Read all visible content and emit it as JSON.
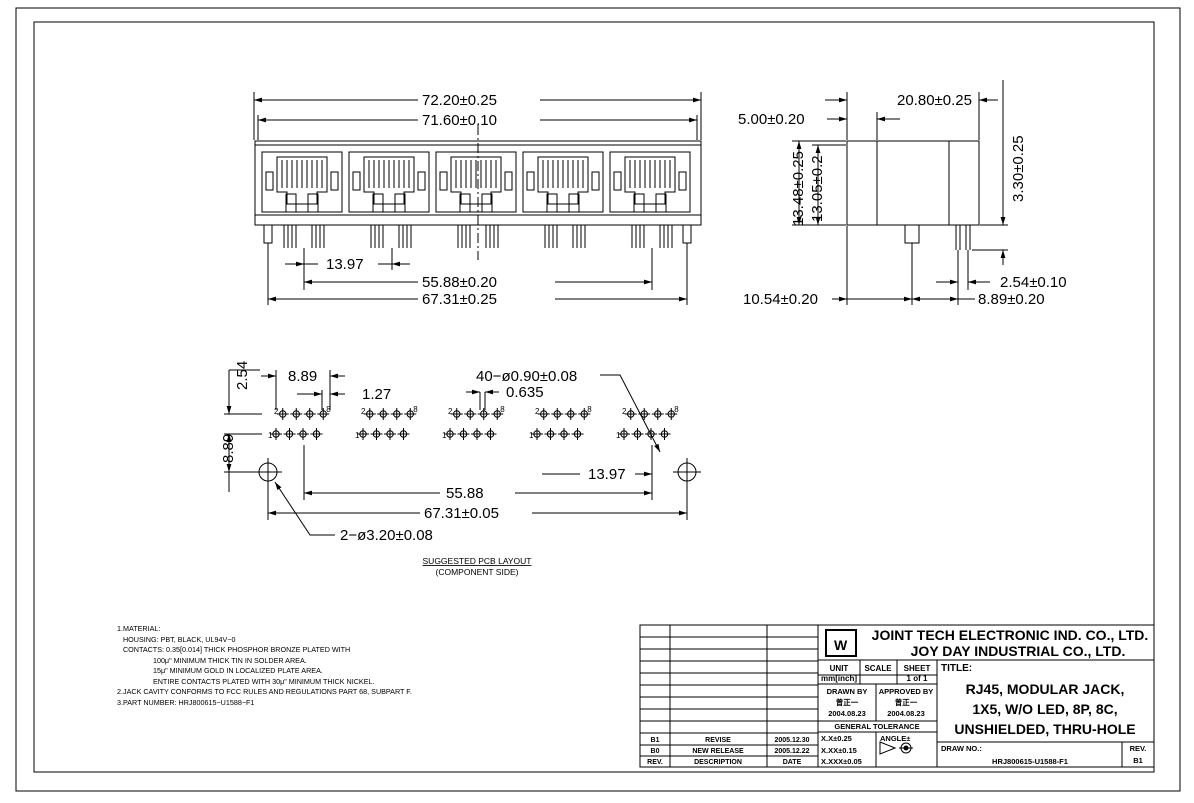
{
  "front_view": {
    "dim_overall_width": "72.20±0.25",
    "dim_body_width": "71.60±0.10",
    "dim_port_pitch": "13.97",
    "dim_pin_span": "55.88±0.20",
    "dim_peg_span": "67.31±0.25"
  },
  "side_view": {
    "dim_depth": "20.80±0.25",
    "dim_front_offset": "5.00±0.20",
    "dim_height": "13.48±0.25",
    "dim_height_inner": "13.05±0.2",
    "dim_pin_length": "3.30±0.25",
    "dim_pin_pitch": "2.54±0.10",
    "dim_front_to_peg": "10.54±0.20",
    "dim_peg_to_pin": "8.89±0.20"
  },
  "pcb_layout": {
    "dim_row_pitch": "2.54",
    "dim_pin_group": "8.89",
    "dim_pin_pitch": "1.27",
    "dim_hole": "40−ø0.90±0.08",
    "dim_half_pitch": "0.635",
    "dim_row_offset": "8.89",
    "dim_port_pitch": "13.97",
    "dim_group_span": "55.88",
    "dim_peg_span": "67.31±0.05",
    "dim_peg_hole": "2−ø3.20±0.08",
    "pin_label_2": "2",
    "pin_label_8": "8",
    "pin_label_1": "1",
    "title": "SUGGESTED PCB LAYOUT",
    "subtitle": "(COMPONENT SIDE)"
  },
  "notes": [
    "1.MATERIAL:",
    "   HOUSING: PBT, BLACK, UL94V−0",
    "   CONTACTS: 0.35[0.014] THICK PHOSPHOR BRONZE PLATED WITH",
    "                  100μ\" MINIMUM THICK TIN IN SOLDER AREA.",
    "                  15μ\" MINIMUM GOLD IN LOCALIZED PLATE AREA.",
    "                  ENTIRE CONTACTS PLATED WITH 30μ\" MINIMUM THICK NICKEL.",
    "",
    "2.JACK CAVITY CONFORMS TO FCC RULES AND REGULATIONS PART 68, SUBPART F.",
    "",
    "3.PART NUMBER: HRJ800615−U1588−F1"
  ],
  "title_block": {
    "company_line1": "JOINT TECH ELECTRONIC IND. CO., LTD.",
    "company_line2": "JOY DAY INDUSTRIAL CO., LTD.",
    "unit_label": "UNIT",
    "unit_value": "mm[inch]",
    "scale_label": "SCALE",
    "scale_value": "",
    "sheet_label": "SHEET",
    "sheet_value": "1 of 1",
    "drawn_by_label": "DRAWN BY",
    "drawn_by_name": "曾正一",
    "drawn_date": "2004.08.23",
    "approved_by_label": "APPROVED BY",
    "approved_by_name": "曾正一",
    "approved_date": "2004.08.23",
    "general_tolerance": "GENERAL TOLERANCE",
    "tol_1": "X.X±0.25",
    "tol_2": "X.XX±0.15",
    "tol_3": "X.XXX±0.05",
    "angle_label": "ANGLE±",
    "title_label": "TITLE:",
    "title_line1": "RJ45, MODULAR JACK,",
    "title_line2": "1X5, W/O LED, 8P, 8C,",
    "title_line3": "UNSHIELDED, THRU-HOLE",
    "draw_no_label": "DRAW NO.:",
    "draw_no_value": "HRJ800615-U1588-F1",
    "rev_label": "REV.",
    "rev_value": "B1",
    "revisions": [
      {
        "rev": "B1",
        "desc": "REVISE",
        "date": "2005.12.30"
      },
      {
        "rev": "B0",
        "desc": "NEW RELEASE",
        "date": "2005.12.22"
      }
    ],
    "header_rev": "REV.",
    "header_desc": "DESCRIPTION",
    "header_date": "DATE"
  }
}
